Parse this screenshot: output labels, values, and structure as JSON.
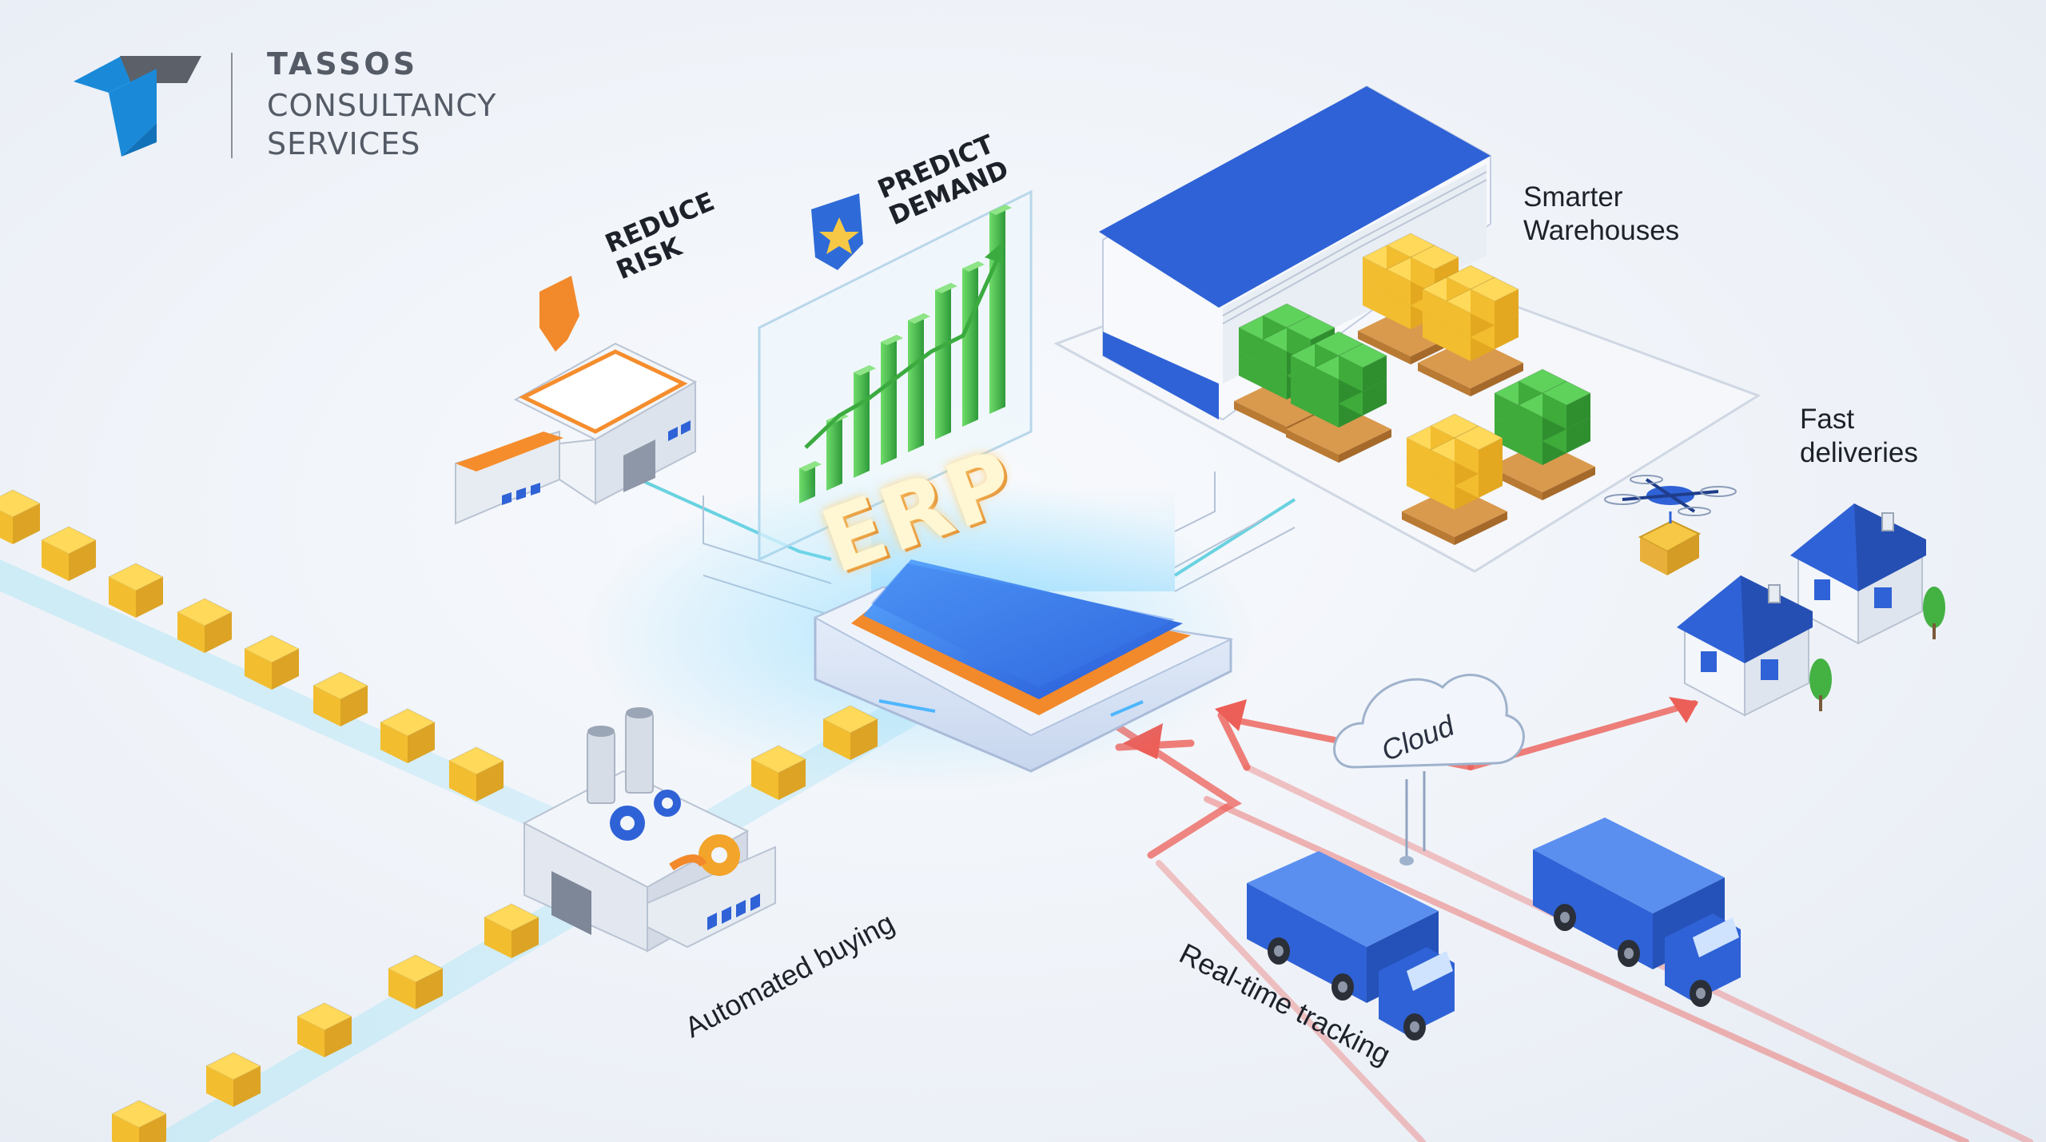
{
  "brand": {
    "line1": "TASSOS",
    "line2": "CONSULTANCY",
    "line3": "SERVICES"
  },
  "hub": {
    "label": "ERP"
  },
  "features": {
    "reduce_risk": {
      "line1": "Reduce",
      "line2": "Risk",
      "icon": "shield-icon"
    },
    "predict_demand": {
      "line1": "Predict",
      "line2": "Demand",
      "icon": "star-badge-icon"
    },
    "smarter_warehouses": {
      "line1": "Smarter",
      "line2": "Warehouses"
    },
    "fast_deliveries": {
      "line1": "Fast",
      "line2": "deliveries",
      "icon": "drone-icon"
    },
    "automated_buying": {
      "label": "Automated buying",
      "icon": "factory-icon"
    },
    "real_time_tracking": {
      "label": "Real-time tracking",
      "icon": "truck-icon"
    },
    "cloud": {
      "label": "Cloud",
      "icon": "cloud-icon"
    }
  },
  "chart": {
    "type": "bar",
    "values": [
      2,
      4,
      6,
      7,
      7.5,
      8.5,
      9,
      11.5
    ],
    "trend": "rising"
  },
  "colors": {
    "brand_blue": "#1a8ad8",
    "brand_gray": "#55595f",
    "hub_blue": "#2f6fe0",
    "hub_orange": "#f2892b",
    "route_red": "#ec5f58",
    "box_yellow": "#f6c845",
    "box_green": "#43ae3f",
    "roof_blue": "#2f62d6",
    "circuit_cyan": "#46c8d8"
  }
}
